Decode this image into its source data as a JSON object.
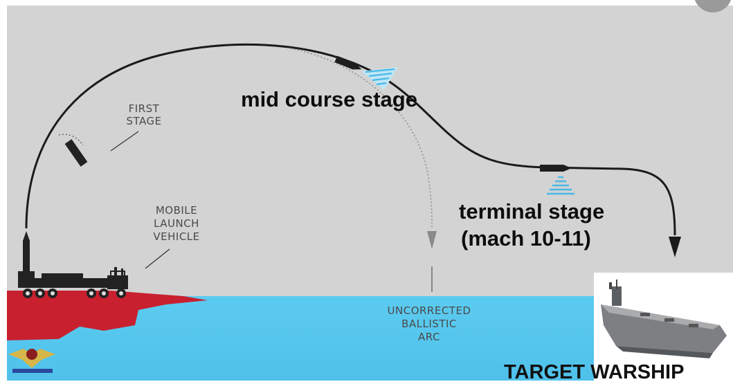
{
  "labels": {
    "first_stage": [
      "FIRST",
      "STAGE"
    ],
    "mid_course": "mid course stage",
    "mobile_launch": [
      "MOBILE",
      "LAUNCH",
      "VEHICLE"
    ],
    "terminal": [
      "terminal stage",
      "(mach 10-11)"
    ],
    "uncorrected": [
      "UNCORRECTED",
      "BALLISTIC",
      "ARC"
    ],
    "target": "TARGET WARSHIP"
  },
  "colors": {
    "sky": "#d3d3d3",
    "sea": "#55c8ef",
    "land": "#c8202f",
    "trajectory": "#1a1a1a",
    "sensor": "#48b8e8"
  },
  "icons": [
    "missile-icon",
    "launch-vehicle-icon",
    "aircraft-carrier-icon",
    "watermark-logo-icon"
  ]
}
